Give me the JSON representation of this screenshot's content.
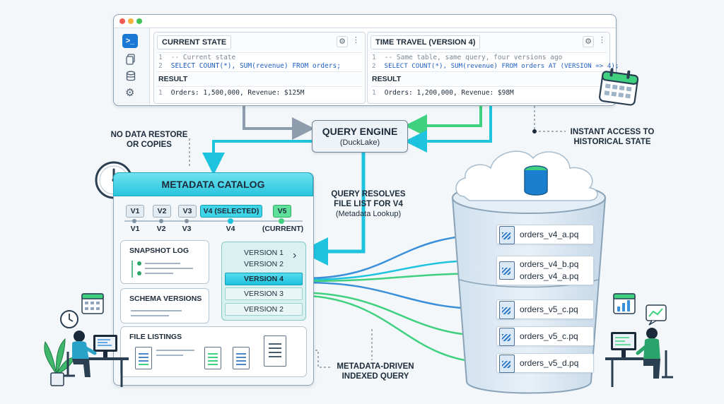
{
  "window": {
    "panels": [
      {
        "tab": "CURRENT STATE",
        "code_lines": [
          {
            "num": "1",
            "text": "-- Current state"
          },
          {
            "num": "2",
            "text": "SELECT COUNT(*), SUM(revenue) FROM orders;"
          }
        ],
        "result_label": "RESULT",
        "result": {
          "num": "1",
          "text": "Orders: 1,500,000, Revenue: $125M"
        }
      },
      {
        "tab": "TIME TRAVEL (VERSION 4)",
        "code_lines": [
          {
            "num": "1",
            "text": "-- Same table, same query, four versions ago"
          },
          {
            "num": "2",
            "text": "SELECT COUNT(*), SUM(revenue) FROM orders AT (VERSION => 4);"
          }
        ],
        "result_label": "RESULT",
        "result": {
          "num": "1",
          "text": "Orders: 1,200,000, Revenue: $98M"
        }
      }
    ]
  },
  "labels": {
    "no_restore": [
      "NO DATA RESTORE",
      "OR COPIES"
    ],
    "instant_access": [
      "INSTANT ACCESS TO",
      "HISTORICAL STATE"
    ],
    "resolves": [
      "QUERY RESOLVES",
      "FILE LIST FOR V4"
    ],
    "resolves_sub": "(Metadata Lookup)",
    "indexed": [
      "METADATA-DRIVEN",
      "INDEXED QUERY"
    ]
  },
  "engine": {
    "title": "QUERY ENGINE",
    "subtitle": "(DuckLake)"
  },
  "catalog": {
    "title": "METADATA CATALOG",
    "version_chips": [
      "V1",
      "V2",
      "V3",
      "V4 (SELECTED)",
      "V5"
    ],
    "timeline_labels": [
      "V1",
      "V2",
      "V3",
      "V4",
      "(CURRENT)"
    ],
    "snapshot_log": "SNAPSHOT LOG",
    "schema_versions": "SCHEMA VERSIONS",
    "file_listings": "FILE LISTINGS",
    "version_list": [
      "VERSION 1",
      "VERSION 2",
      "VERSION 4",
      "VERSION 3",
      "VERSION 2"
    ],
    "version_list_arrow": "›"
  },
  "storage": {
    "files": [
      "orders_v4_a.pq",
      "orders_v4_b.pq",
      "orders_v4_a.pq",
      "orders_v5_c.pq",
      "orders_v5_c.pq",
      "orders_v5_d.pq"
    ]
  },
  "colors": {
    "cyan": "#1ec3dd",
    "blue": "#3a8fd9",
    "green": "#3fd17f",
    "grey_arrow": "#8e9dab",
    "accent_terminal": "#1978d4"
  }
}
